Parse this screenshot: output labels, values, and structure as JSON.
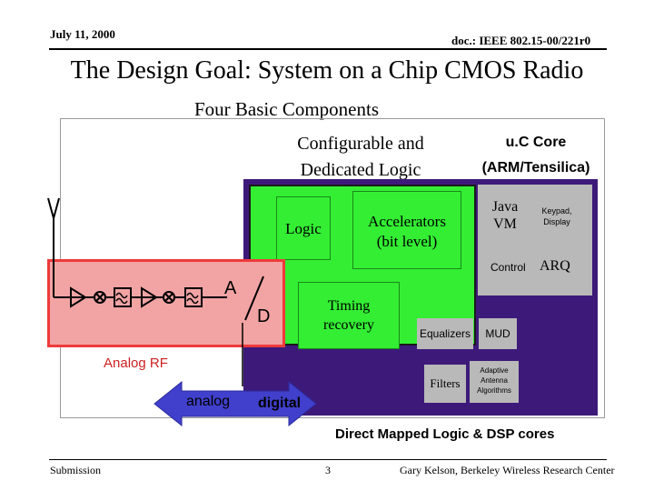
{
  "header": {
    "date": "July 11, 2000",
    "doc_id": "doc.: IEEE 802.15-00/221r0"
  },
  "slide": {
    "title": "The Design Goal: System on a Chip CMOS Radio",
    "subtitle": "Four Basic Components",
    "configurable_label_line1": "Configurable and",
    "configurable_label_line2": "Dedicated Logic",
    "uc_core_line1": "u.C Core",
    "uc_core_line2": "(ARM/Tensilica)",
    "logic_label": "Logic",
    "accelerators_line1": "Accelerators",
    "accelerators_line2": "(bit level)",
    "timing_line1": "Timing",
    "timing_line2": "recovery",
    "java_line1": "Java",
    "java_line2": "VM",
    "keypad_line1": "Keypad,",
    "keypad_line2": "Display",
    "control_label": "Control",
    "arq_label": "ARQ",
    "equalizers_label": "Equalizers",
    "mud_label": "MUD",
    "filters_label": "Filters",
    "adaptive_line1": "Adaptive",
    "adaptive_line2": "Antenna",
    "adaptive_line3": "Algorithms",
    "adc_a": "A",
    "adc_d": "D",
    "analog_rf_label": "Analog RF",
    "analog_label": "analog",
    "digital_label": "digital",
    "dsp_caption": "Direct Mapped Logic & DSP cores"
  },
  "footer": {
    "left": "Submission",
    "page": "3",
    "right": "Gary Kelson, Berkeley Wireless Research Center"
  },
  "colors": {
    "analog_red": "#ee3b3b",
    "analog_fill": "#f2a3a3",
    "logic_green": "#33ee33",
    "dark_purple": "#3d1a7a",
    "core_gray": "#b9b9b9",
    "arrow_blue": "#4040cc",
    "label_red": "#cc2222"
  }
}
